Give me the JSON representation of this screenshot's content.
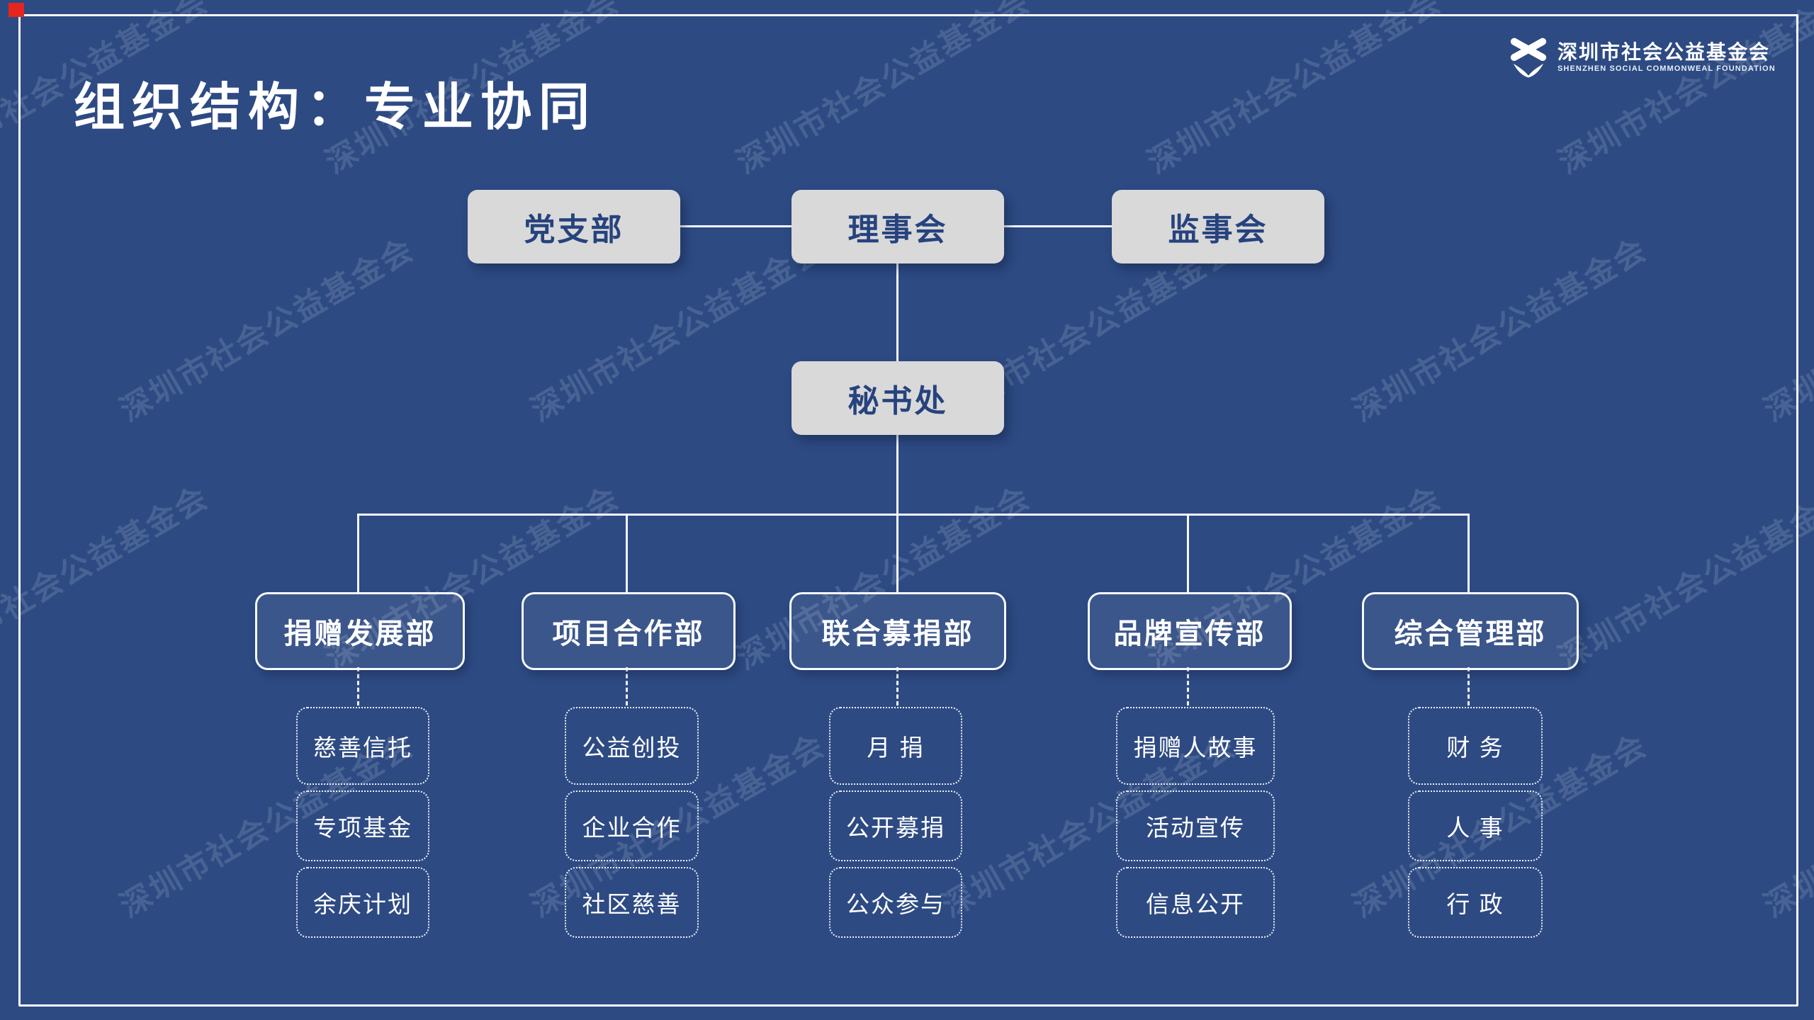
{
  "slide": {
    "title": "组织结构：专业协同",
    "watermark_text": "深圳市社会公益基金会",
    "logo": {
      "icon": "foundation-x-logo-icon",
      "name_cn": "深圳市社会公益基金会",
      "name_en": "SHENZHEN SOCIAL COMMONWEAL FOUNDATION"
    },
    "colors": {
      "background_blue": "#2d4a83",
      "frame_white": "#fbfcfe",
      "node_gray": "#d9d9d9",
      "node_text_navy": "#26437e",
      "line_white": "#f6f9fd",
      "corner_red": "#e5261f"
    }
  },
  "org_chart": {
    "top_row": [
      {
        "label": "党支部"
      },
      {
        "label": "理事会"
      },
      {
        "label": "监事会"
      }
    ],
    "secretariat": {
      "label": "秘书处"
    },
    "departments": [
      {
        "label": "捐赠发展部",
        "children": [
          "慈善信托",
          "专项基金",
          "余庆计划"
        ]
      },
      {
        "label": "项目合作部",
        "children": [
          "公益创投",
          "企业合作",
          "社区慈善"
        ]
      },
      {
        "label": "联合募捐部",
        "children": [
          "月 捐",
          "公开募捐",
          "公众参与"
        ]
      },
      {
        "label": "品牌宣传部",
        "children": [
          "捐赠人故事",
          "活动宣传",
          "信息公开"
        ]
      },
      {
        "label": "综合管理部",
        "children": [
          "财 务",
          "人 事",
          "行 政"
        ]
      }
    ]
  }
}
